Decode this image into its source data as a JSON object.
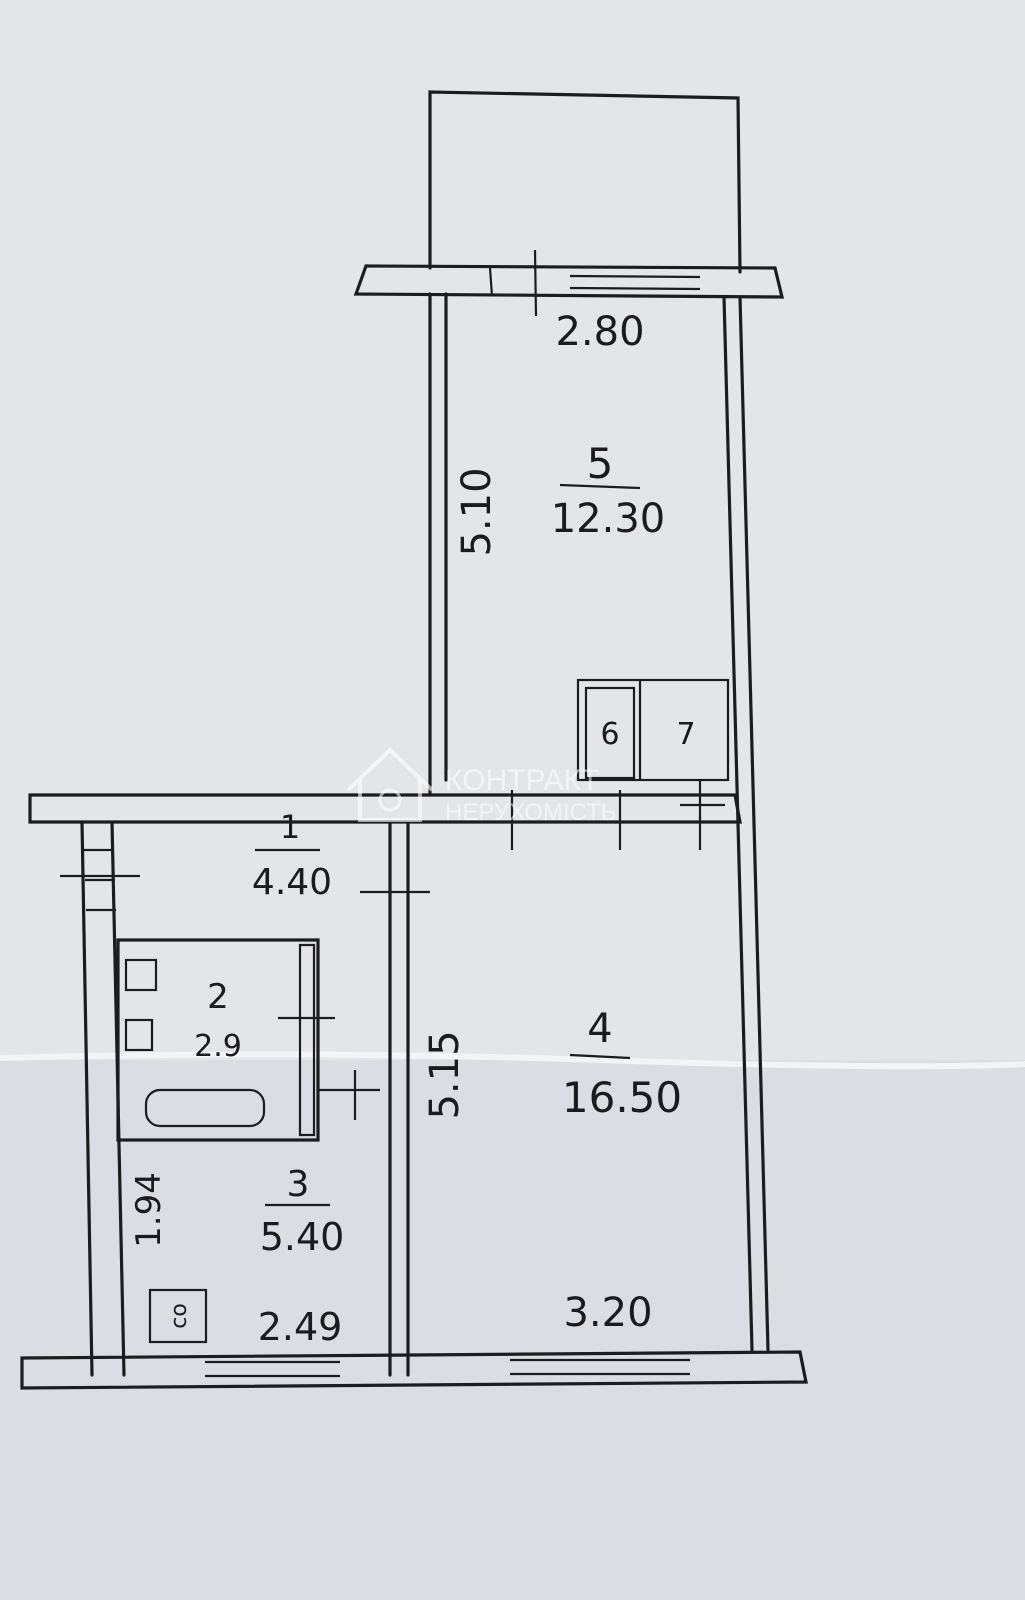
{
  "plan": {
    "rooms": [
      {
        "id": "1",
        "number": "1",
        "area": "4.40"
      },
      {
        "id": "2",
        "number": "2",
        "area": "2.9"
      },
      {
        "id": "3",
        "number": "3",
        "area": "5.40"
      },
      {
        "id": "4",
        "number": "4",
        "area": "16.50"
      },
      {
        "id": "5",
        "number": "5",
        "area": "12.30"
      },
      {
        "id": "6",
        "number": "6"
      },
      {
        "id": "7",
        "number": "7"
      }
    ],
    "dimensions": {
      "balcony_room_width": "2.80",
      "room5_length": "5.10",
      "room4_length": "5.15",
      "hall_length": "1.94",
      "room3_width": "2.49",
      "room4_width": "3.20"
    },
    "stove_label": "co"
  },
  "watermark": {
    "line1": "КОНТРАКТ",
    "line2": "НЕРУХОМІСТЬ"
  },
  "colors": {
    "paper": "#e4e5e9",
    "ink": "#1c1c1e"
  }
}
